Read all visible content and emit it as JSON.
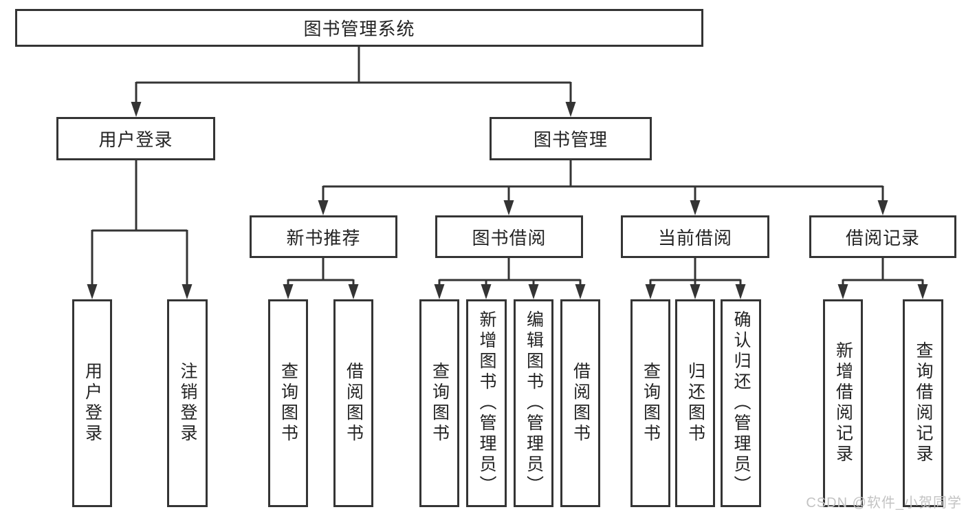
{
  "diagram_title": "图书管理系统",
  "colors": {
    "line": "#343434",
    "text": "#232323",
    "background": "#ffffff",
    "watermark": "#c3c3c3"
  },
  "tree": {
    "label": "图书管理系统",
    "children": [
      {
        "label": "用户登录",
        "children": [
          {
            "label": "用户登录"
          },
          {
            "label": "注销登录"
          }
        ]
      },
      {
        "label": "图书管理",
        "children": [
          {
            "label": "新书推荐",
            "children": [
              {
                "label": "查询图书"
              },
              {
                "label": "借阅图书"
              }
            ]
          },
          {
            "label": "图书借阅",
            "children": [
              {
                "label": "查询图书"
              },
              {
                "label": "新增图书（管理员）"
              },
              {
                "label": "编辑图书（管理员）"
              },
              {
                "label": "借阅图书"
              }
            ]
          },
          {
            "label": "当前借阅",
            "children": [
              {
                "label": "查询图书"
              },
              {
                "label": "归还图书"
              },
              {
                "label": "确认归还（管理员）"
              }
            ]
          },
          {
            "label": "借阅记录",
            "children": [
              {
                "label": "新增借阅记录"
              },
              {
                "label": "查询借阅记录"
              }
            ]
          }
        ]
      }
    ]
  },
  "watermark": {
    "text": "CSDN @软件_小贺同学"
  }
}
